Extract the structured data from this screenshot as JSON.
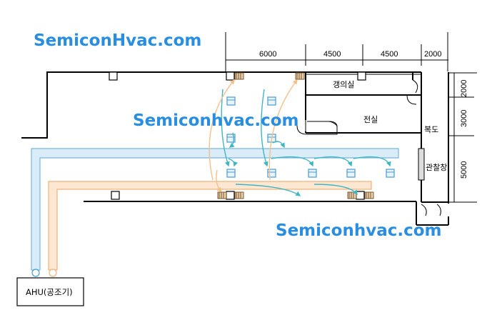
{
  "watermarks": [
    "SemiconHvac.com",
    "Semiconhvac.com",
    "Semiconhvac.com"
  ],
  "colors": {
    "watermark": "#2a8ee0",
    "supply_duct_fill": "#d9ecf8",
    "supply_duct_stroke": "#7bb6de",
    "return_duct_fill": "#fce7d3",
    "return_duct_stroke": "#f0b27a",
    "supply_arrow": "#3fb6c4",
    "return_arrow": "#f6c089",
    "wall": "#000000"
  },
  "dimensions": {
    "top": [
      "6000",
      "4500",
      "4500",
      "2000"
    ],
    "right": [
      "2000",
      "3000",
      "5000"
    ]
  },
  "rooms": {
    "gown_room": "갱의실",
    "anteroom": "전실",
    "corridor": "복도",
    "viewing_window": "관찰창"
  },
  "ahu_label": "AHU(공조기)"
}
